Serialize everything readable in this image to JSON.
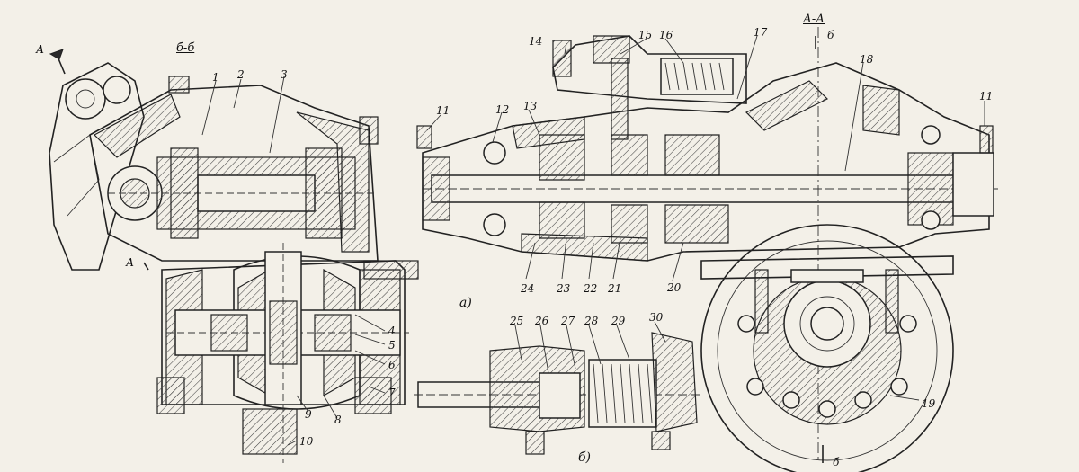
{
  "section_labels": {
    "b_b": "б-б",
    "a_a": "А-А",
    "a_marker_top": "А",
    "a_marker_mid": "А",
    "b_marker_top": "б",
    "b_marker_bottom": "б"
  },
  "view_captions": {
    "a": "а)",
    "b": "б)"
  },
  "callouts": [
    "1",
    "2",
    "3",
    "4",
    "5",
    "6",
    "7",
    "8",
    "9",
    "10",
    "11",
    "11",
    "12",
    "13",
    "14",
    "15",
    "16",
    "17",
    "18",
    "19",
    "20",
    "21",
    "22",
    "23",
    "24",
    "25",
    "26",
    "27",
    "28",
    "29",
    "30"
  ]
}
